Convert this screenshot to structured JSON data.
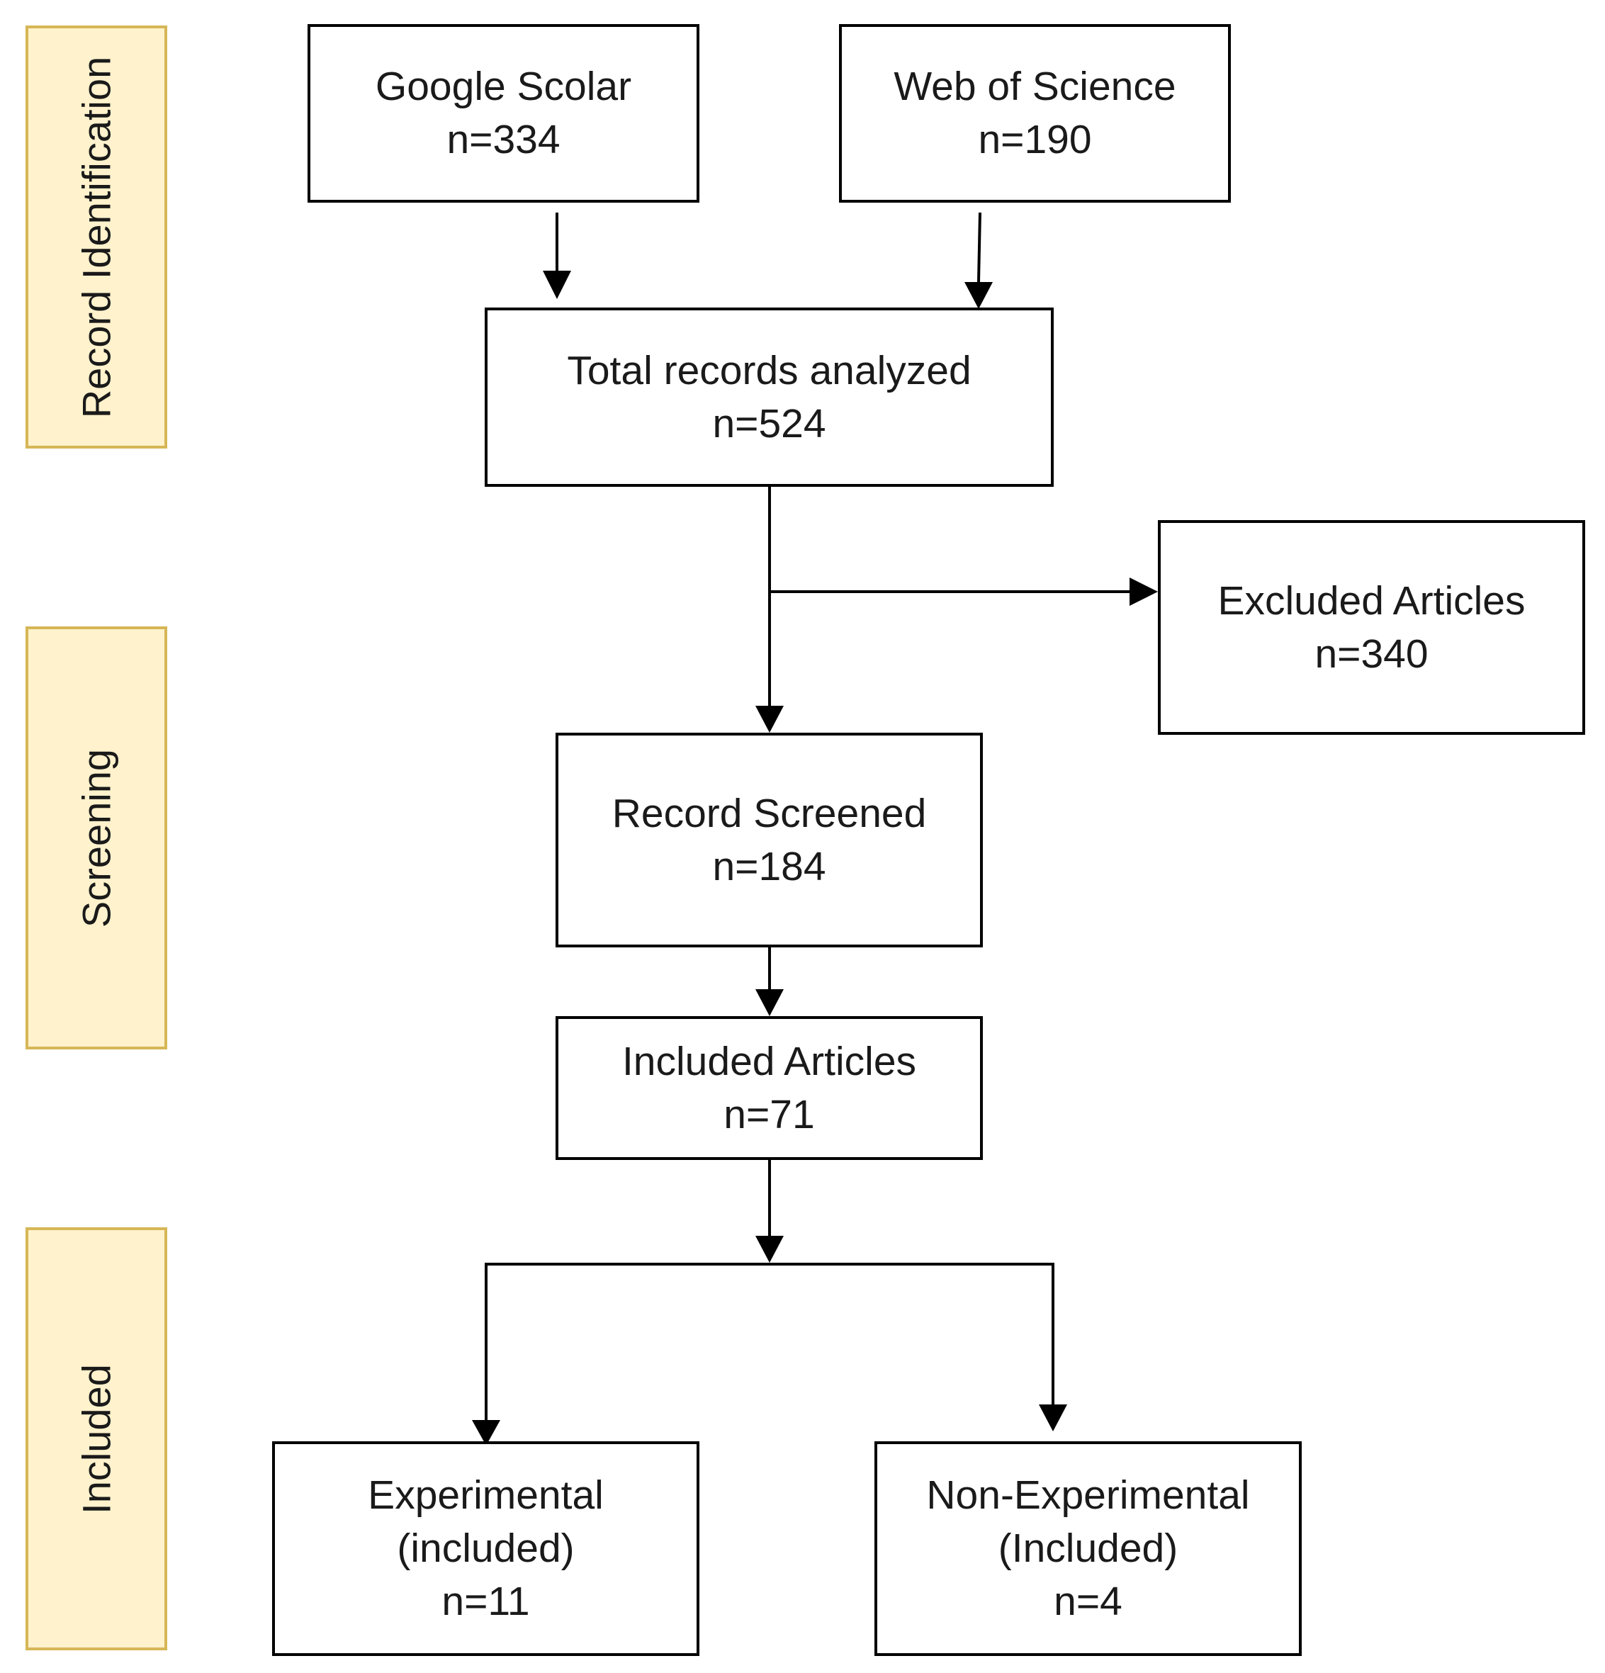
{
  "phases": {
    "identification": "Record Identification",
    "screening": "Screening",
    "included": "Included"
  },
  "boxes": {
    "google_scholar": {
      "title": "Google Scolar",
      "count": "n=334"
    },
    "web_of_science": {
      "title": "Web of Science",
      "count": "n=190"
    },
    "total_records": {
      "title": "Total records analyzed",
      "count": "n=524"
    },
    "excluded": {
      "title": "Excluded Articles",
      "count": "n=340"
    },
    "screened": {
      "title": "Record Screened",
      "count": "n=184"
    },
    "included_articles": {
      "title": "Included Articles",
      "count": "n=71"
    },
    "experimental": {
      "line1": "Experimental",
      "line2": "(included)",
      "count": "n=11"
    },
    "non_experimental": {
      "line1": "Non-Experimental",
      "line2": "(Included)",
      "count": "n=4"
    }
  },
  "colors": {
    "phase_fill": "#fff2cc",
    "phase_border": "#d6b656",
    "box_border": "#000000",
    "arrow": "#000000"
  }
}
